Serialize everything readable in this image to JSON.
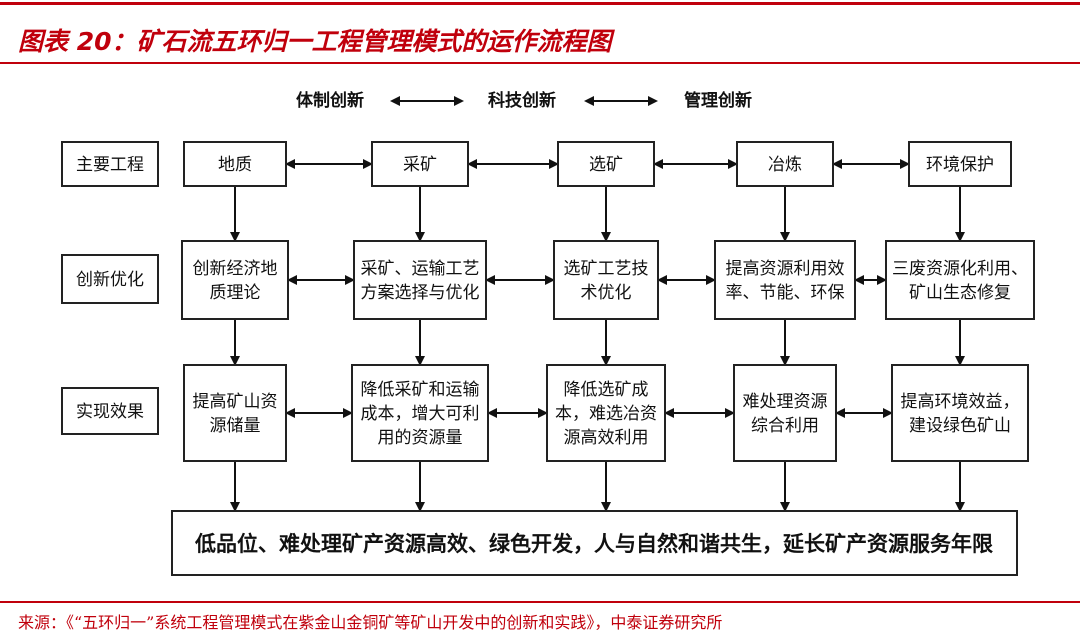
{
  "title": "图表 20：矿石流五环归一工程管理模式的运作流程图",
  "top_labels": [
    "体制创新",
    "科技创新",
    "管理创新"
  ],
  "row_labels": [
    "主要工程",
    "创新优化",
    "实现效果"
  ],
  "stages": [
    "地质",
    "采矿",
    "选矿",
    "冶炼",
    "环境保护"
  ],
  "optimizations": [
    [
      "创新经济地",
      "质理论"
    ],
    [
      "采矿、运输工艺",
      "方案选择与优化"
    ],
    [
      "选矿工艺技",
      "术优化"
    ],
    [
      "提高资源利用效",
      "率、节能、环保"
    ],
    [
      "三废资源化利用、",
      "矿山生态修复"
    ]
  ],
  "effects": [
    [
      "提高矿山资",
      "源储量"
    ],
    [
      "降低采矿和运输",
      "成本，增大可利",
      "用的资源量"
    ],
    [
      "降低选矿成",
      "本，难选冶资",
      "源高效利用"
    ],
    [
      "难处理资源",
      "综合利用"
    ],
    [
      "提高环境效益，",
      "建设绿色矿山"
    ]
  ],
  "goal": "低品位、难处理矿产资源高效、绿色开发，人与自然和谐共生，延长矿产资源服务年限",
  "source": "来源：《“五环归一”系统工程管理模式在紫金山金铜矿等矿山开发中的创新和实践》，中泰证券研究所"
}
